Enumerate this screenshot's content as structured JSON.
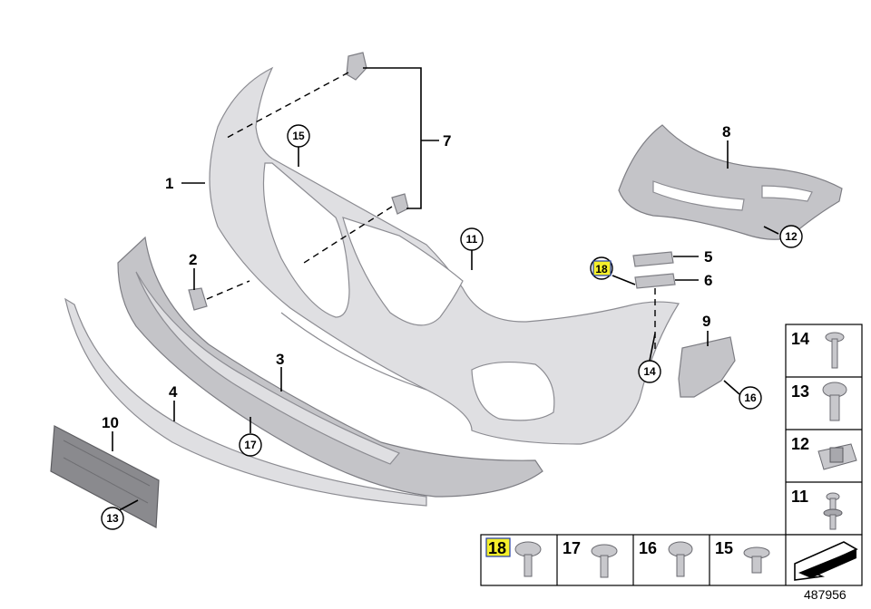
{
  "diagram": {
    "id": "487956",
    "callouts": {
      "c1": "1",
      "c2": "2",
      "c3": "3",
      "c4": "4",
      "c5": "5",
      "c6": "6",
      "c7": "7",
      "c8": "8",
      "c9": "9",
      "c10": "10"
    },
    "circled": {
      "c11": "11",
      "c12": "12",
      "c13a": "13",
      "c14a": "14",
      "c15": "15",
      "c16": "16",
      "c17": "17",
      "c18": "18"
    },
    "fastener_table": {
      "f14": "14",
      "f13": "13",
      "f12": "12",
      "f11": "11",
      "f18": "18",
      "f17": "17",
      "f16": "16",
      "f15": "15"
    },
    "highlight_color": "#f5ef2a"
  }
}
